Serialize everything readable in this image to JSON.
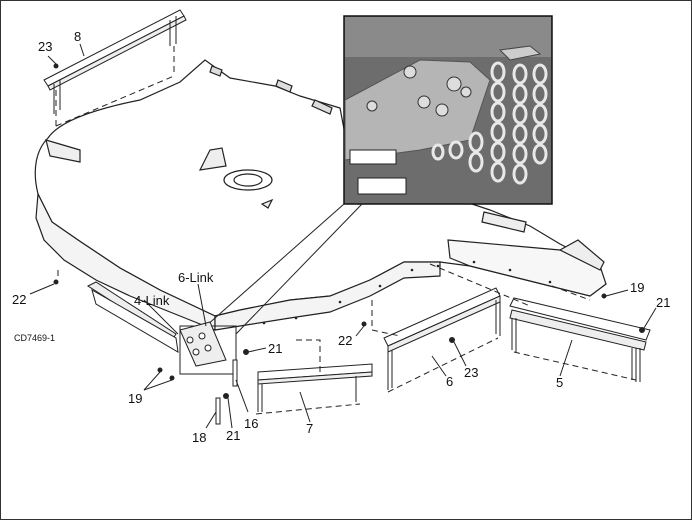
{
  "figure_code": "CD7469-1",
  "callouts": {
    "n23_top": "23",
    "n8": "8",
    "n22_left": "22",
    "n4link": "4-Link",
    "n6link": "6-Link",
    "n19_left": "19",
    "n21_mid": "21",
    "n16": "16",
    "n18": "18",
    "n21_low": "21",
    "n7": "7",
    "n22_mid": "22",
    "n6": "6",
    "n23_mid": "23",
    "n5": "5",
    "n19_right": "19",
    "n21_right": "21"
  },
  "inset": {
    "photo_label_1": "",
    "photo_label_2": ""
  }
}
